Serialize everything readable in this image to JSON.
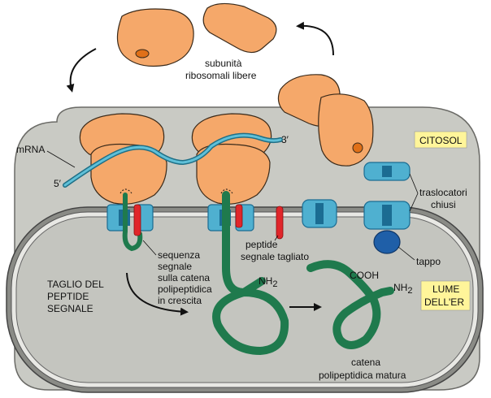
{
  "labels": {
    "free_subunits_1": "subunità",
    "free_subunits_2": "ribosomali libere",
    "mrna": "mRNA",
    "five_prime": "5′",
    "three_prime": "3′",
    "cytosol": "CITOSOL",
    "closed_translocators_1": "traslocatori",
    "closed_translocators_2": "chiusi",
    "plug": "tappo",
    "signal_seq_1": "sequenza",
    "signal_seq_2": "segnale",
    "signal_seq_3": "sulla catena",
    "signal_seq_4": "polipeptidica",
    "signal_seq_5": "in crescita",
    "cleaved_peptide_1": "peptide",
    "cleaved_peptide_2": "segnale tagliato",
    "cleavage_1": "TAGLIO DEL",
    "cleavage_2": "PEPTIDE",
    "cleavage_3": "SEGNALE",
    "nh2_a": "NH",
    "nh2_b": "NH",
    "sub2": "2",
    "cooh": "COOH",
    "lumen_1": "LUME",
    "lumen_2": "DELL'ER",
    "mature_1": "catena",
    "mature_2": "polipeptidica matura"
  },
  "colors": {
    "ribosome": "#f5a86a",
    "ribosome_stroke": "#3a2a1a",
    "cytosol": "#c9cac4",
    "membrane": "#7b7c78",
    "lumen": "#c4c5bf",
    "mrna": "#3aa0b8",
    "polypeptide": "#1f7a4d",
    "signal": "#e0262a",
    "translocator": "#4fb0d0",
    "translocator_dark": "#1b6c92",
    "plug": "#1f5fa8",
    "label_box": "#fff59a"
  }
}
